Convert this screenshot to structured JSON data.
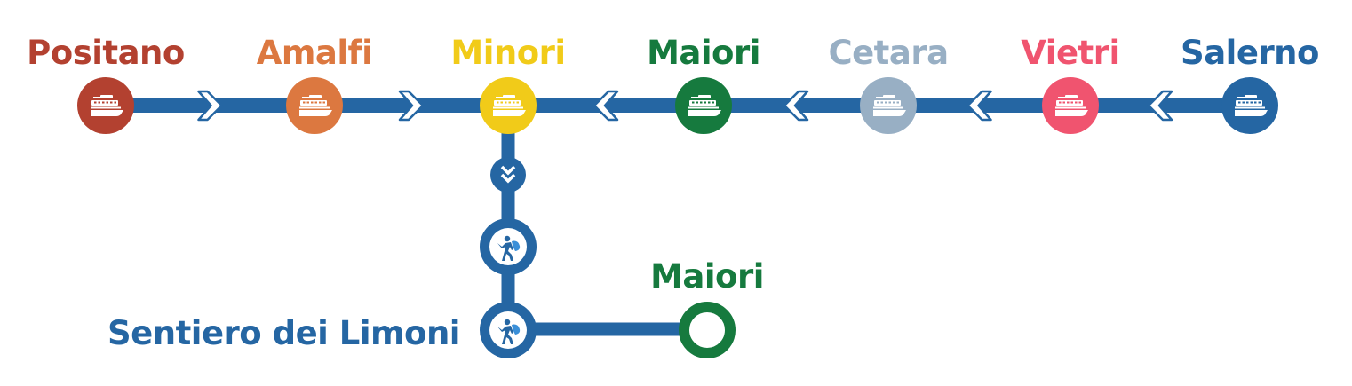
{
  "diagram": {
    "type": "route-map",
    "line_color": "#2566A3",
    "ferry_line": {
      "stops": [
        {
          "name": "Positano",
          "color": "#B34130",
          "icon": "ferry-icon"
        },
        {
          "name": "Amalfi",
          "color": "#DC7840",
          "icon": "ferry-icon"
        },
        {
          "name": "Minori",
          "color": "#F1CB19",
          "icon": "ferry-icon"
        },
        {
          "name": "Maiori",
          "color": "#167A3E",
          "icon": "ferry-icon"
        },
        {
          "name": "Cetara",
          "color": "#98AFC4",
          "icon": "ferry-icon"
        },
        {
          "name": "Vietri",
          "color": "#F0546F",
          "icon": "ferry-icon"
        },
        {
          "name": "Salerno",
          "color": "#2566A3",
          "icon": "ferry-icon"
        }
      ],
      "arrows": [
        {
          "between": [
            "Positano",
            "Amalfi"
          ],
          "direction": "right"
        },
        {
          "between": [
            "Amalfi",
            "Minori"
          ],
          "direction": "right"
        },
        {
          "between": [
            "Minori",
            "Maiori"
          ],
          "direction": "left"
        },
        {
          "between": [
            "Maiori",
            "Cetara"
          ],
          "direction": "left"
        },
        {
          "between": [
            "Cetara",
            "Vietri"
          ],
          "direction": "left"
        },
        {
          "between": [
            "Vietri",
            "Salerno"
          ],
          "direction": "left"
        }
      ]
    },
    "walking_branch": {
      "from": "Minori",
      "direction_marker": "double-chevron-down-icon",
      "stops": [
        {
          "name": "",
          "icon": "hiker-icon"
        },
        {
          "name": "Sentiero dei Limoni",
          "icon": "hiker-icon",
          "color": "#2566A3"
        }
      ],
      "end": {
        "name": "Maiori",
        "color": "#167A3E",
        "icon": "ring"
      },
      "backpack_color": "#3A8FD8"
    }
  }
}
